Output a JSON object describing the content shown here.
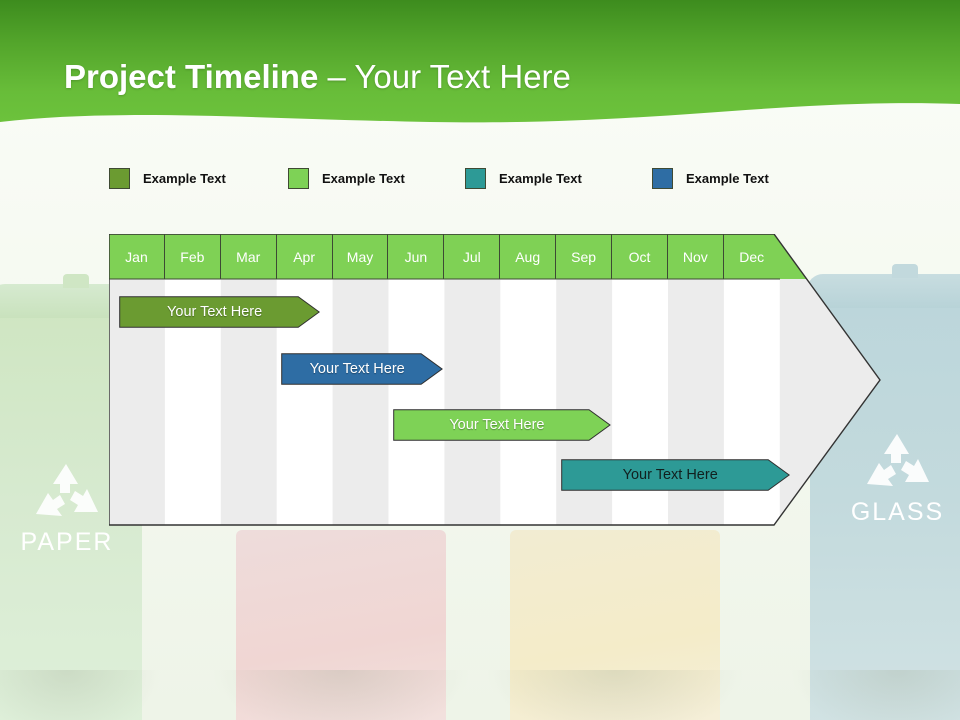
{
  "title": {
    "strong": "Project Timeline",
    "light": " – Your Text Here"
  },
  "colors": {
    "banner_top": "#3f8f20",
    "banner_bottom": "#6abe3a",
    "header_row": "#7fd155",
    "grid_stripe": "#ececec",
    "grid_white": "#ffffff",
    "outline": "#333333",
    "series_olive": "#6b9b31",
    "series_light_green": "#7ed256",
    "series_teal": "#2d9a96",
    "series_blue": "#2e6da4"
  },
  "legend": {
    "items": [
      {
        "label": "Example Text",
        "color": "#6b9b31",
        "x": 0
      },
      {
        "label": "Example Text",
        "color": "#7ed256",
        "x": 179
      },
      {
        "label": "Example Text",
        "color": "#2d9a96",
        "x": 356
      },
      {
        "label": "Example Text",
        "color": "#2e6da4",
        "x": 543
      }
    ]
  },
  "chart_data": {
    "type": "bar",
    "title": "Project Timeline",
    "xlabel": "",
    "ylabel": "",
    "grid": true,
    "legend_position": "top",
    "categories": [
      "Jan",
      "Feb",
      "Mar",
      "Apr",
      "May",
      "Jun",
      "Jul",
      "Aug",
      "Sep",
      "Oct",
      "Nov",
      "Dec"
    ],
    "series": [
      {
        "name": "Example Text",
        "label": "Your  Text Here",
        "color": "#6b9b31",
        "text_color": "light",
        "start_month": 1,
        "end_month": 4.6,
        "row": 1
      },
      {
        "name": "Example Text",
        "label": "Your  Text Here",
        "color": "#2e6da4",
        "text_color": "light",
        "start_month": 3.9,
        "end_month": 6.8,
        "row": 2
      },
      {
        "name": "Example Text",
        "label": "Your  Text Here",
        "color": "#7ed256",
        "text_color": "light",
        "start_month": 5.9,
        "end_month": 9.8,
        "row": 3
      },
      {
        "name": "Example Text",
        "label": "Your  Text Here",
        "color": "#2d9a96",
        "text_color": "dark",
        "start_month": 8.9,
        "end_month": 13.0,
        "row": 4
      }
    ]
  },
  "background": {
    "bins": [
      {
        "name": "PAPER",
        "color": "#cfe6c2"
      },
      {
        "name": "",
        "color": "#f0d6d3"
      },
      {
        "name": "",
        "color": "#f4ecc9"
      },
      {
        "name": "GLASS",
        "color": "#bcd6db"
      }
    ]
  }
}
